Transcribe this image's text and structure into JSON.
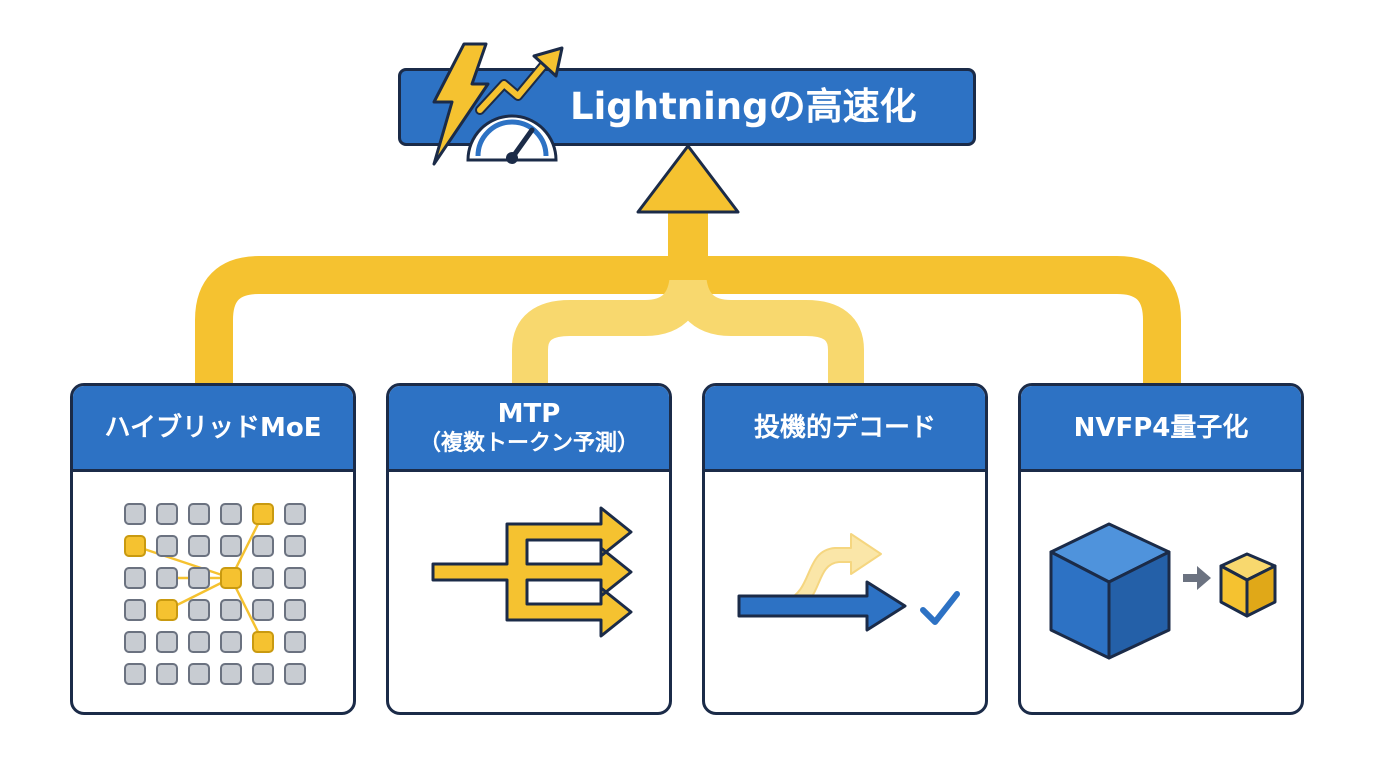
{
  "title": "Lightningの高速化",
  "cards": [
    {
      "title": "ハイブリッドMoE",
      "subtitle": ""
    },
    {
      "title": "MTP",
      "subtitle": "（複数トークン予測）"
    },
    {
      "title": "投機的デコード",
      "subtitle": ""
    },
    {
      "title": "NVFP4量子化",
      "subtitle": ""
    }
  ],
  "icons": {
    "header": [
      "lightning-bolt-icon",
      "trend-arrow-icon",
      "speedometer-icon"
    ],
    "cards": [
      "expert-grid-icon",
      "multi-arrow-icon",
      "draft-verify-arrow-icon",
      "cube-compress-icon"
    ]
  },
  "colors": {
    "blue": "#2d72c4",
    "dark_outline": "#1b2b48",
    "yellow": "#f5c230",
    "yellow_light": "#f8d86e",
    "gray_cell": "#c8ccd2",
    "check_blue": "#2d72c4"
  }
}
